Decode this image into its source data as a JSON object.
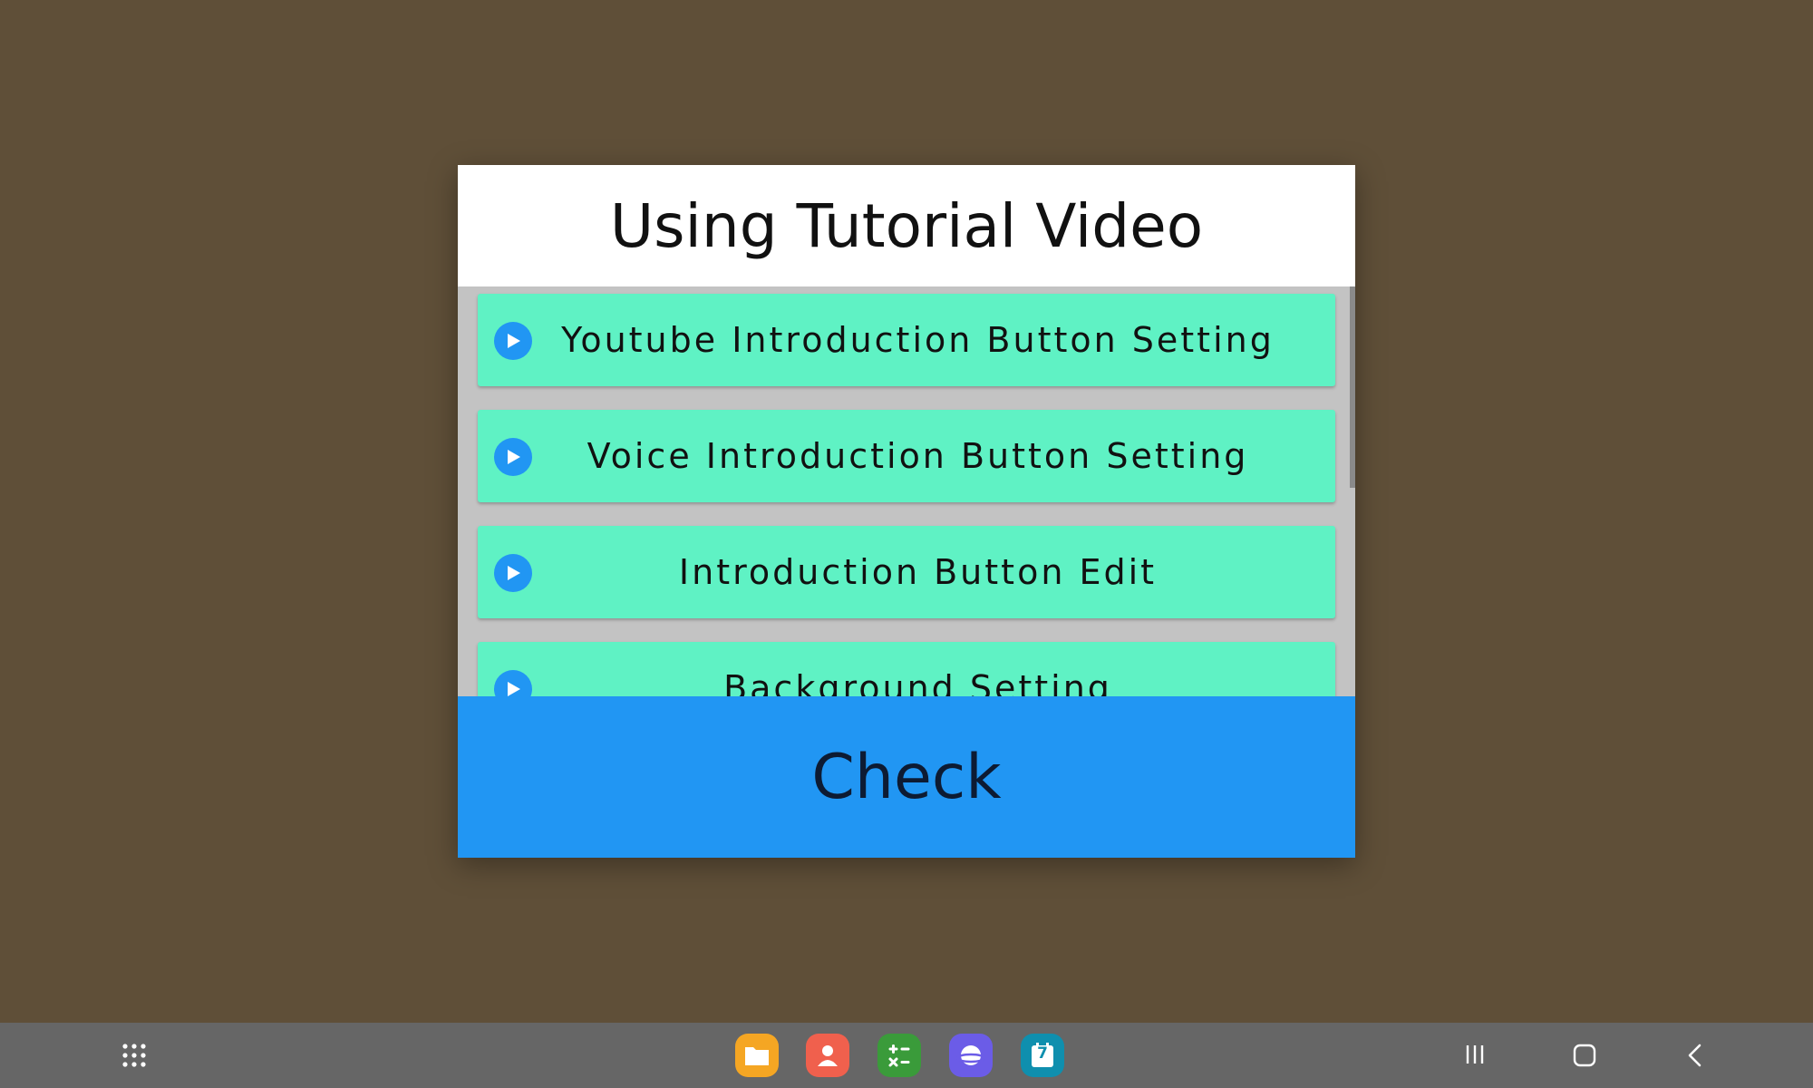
{
  "dialog": {
    "title": "Using Tutorial Video",
    "items": [
      {
        "label": "Youtube Introduction Button Setting",
        "icon": "play-icon"
      },
      {
        "label": "Voice Introduction Button Setting",
        "icon": "play-icon"
      },
      {
        "label": "Introduction Button Edit",
        "icon": "play-icon"
      },
      {
        "label": "Background Setting",
        "icon": "play-icon"
      }
    ],
    "confirm_label": "Check"
  },
  "taskbar": {
    "apps": [
      {
        "name": "my-files",
        "icon": "folder-icon",
        "color": "#f5a623"
      },
      {
        "name": "contacts",
        "icon": "person-icon",
        "color": "#f0604d"
      },
      {
        "name": "calculator",
        "icon": "calculator-icon",
        "color": "#3a9b3a"
      },
      {
        "name": "internet",
        "icon": "globe-icon",
        "color": "#6b5ce7"
      },
      {
        "name": "calendar",
        "icon": "calendar-icon",
        "color": "#0f8fae",
        "badge": "7"
      }
    ]
  },
  "colors": {
    "background": "#5f4f38",
    "item_bg": "#5ff2c4",
    "accent": "#2196f3",
    "list_bg": "#c3c3c3"
  }
}
